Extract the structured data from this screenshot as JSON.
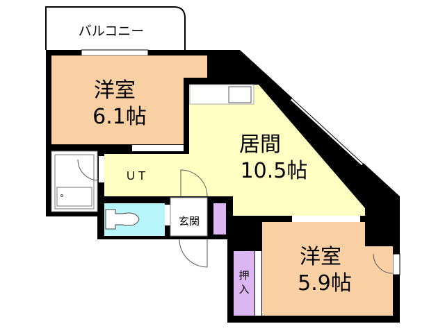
{
  "floorplan": {
    "balcony": "バルコニー",
    "rooms": [
      {
        "id": "western-room-1",
        "name": "洋室",
        "size": "6.1帖"
      },
      {
        "id": "living-room",
        "name": "居間",
        "size": "10.5帖"
      },
      {
        "id": "western-room-2",
        "name": "洋室",
        "size": "5.9帖"
      }
    ],
    "utility": "ＵＴ",
    "entrance": "玄関",
    "closet": [
      "押",
      "入"
    ]
  },
  "colors": {
    "wall": "#000000",
    "western_room": "#f9cfa4",
    "living_room": "#ffffc4",
    "toilet": "#b8f6fb",
    "closet": "#dcb6f3"
  }
}
